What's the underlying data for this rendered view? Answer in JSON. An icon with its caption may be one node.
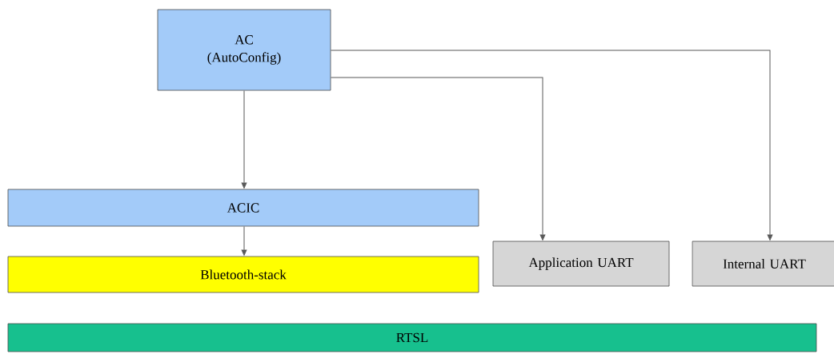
{
  "diagram": {
    "nodes": [
      {
        "text": [
          "AC (AutoConfig)"
        ]
      },
      {
        "text": [
          "ACIC"
        ]
      },
      {
        "text": [
          "Bluetooth-stack"
        ]
      },
      {
        "text": [
          "Application UART"
        ]
      },
      {
        "text": [
          "Internal UART"
        ]
      },
      {
        "text": [
          "RTSL"
        ]
      }
    ],
    "edges": [
      {
        "from": 0,
        "to": 1,
        "arrow": "to"
      },
      {
        "from": 1,
        "to": 2,
        "arrow": "to"
      },
      {
        "from": 0,
        "to": 3,
        "arrow": "to"
      },
      {
        "from": 0,
        "to": 4,
        "arrow": "to"
      }
    ]
  }
}
